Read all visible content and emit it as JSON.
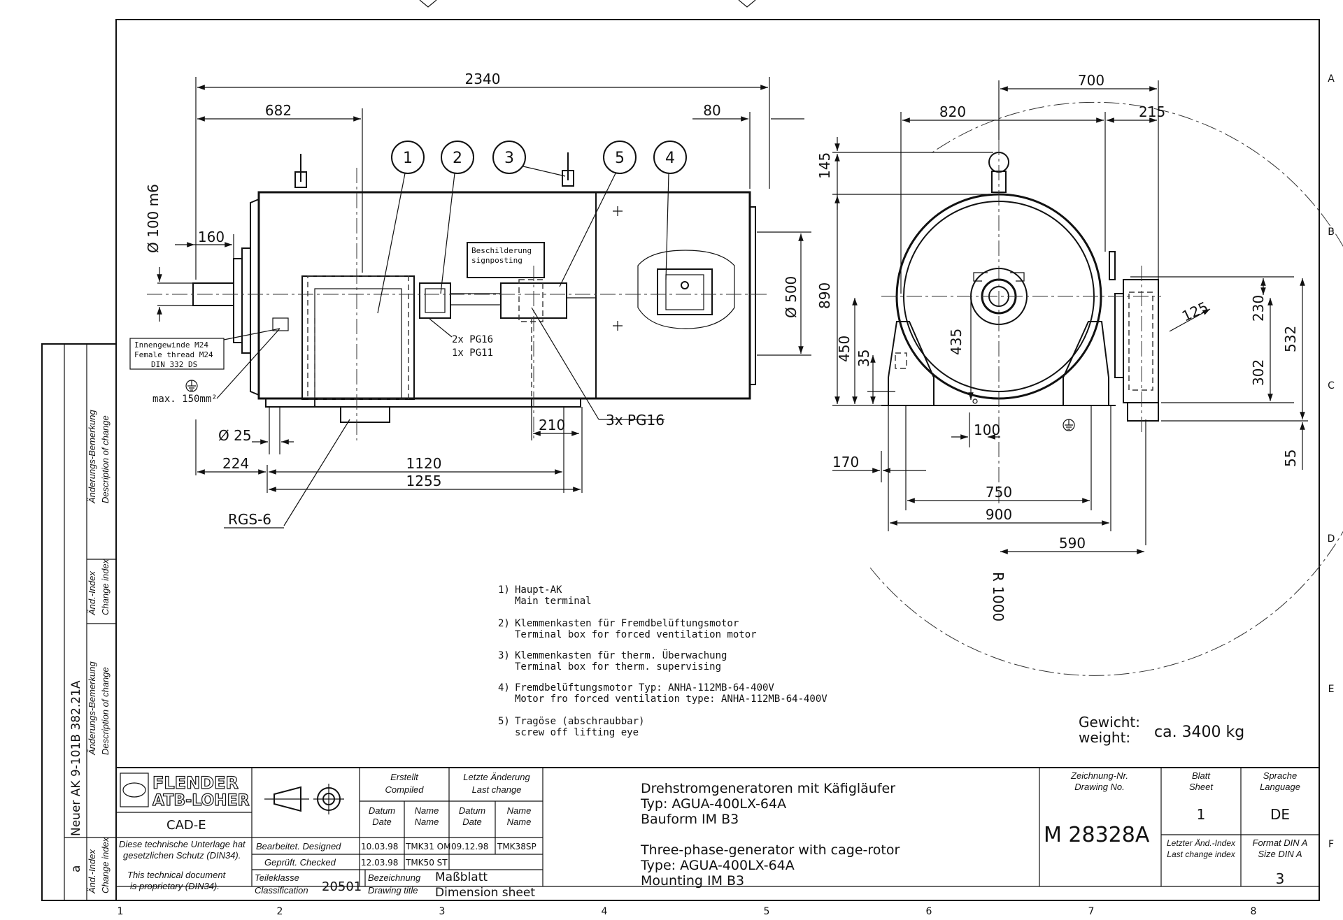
{
  "zone_rows": [
    "A",
    "B",
    "C",
    "D",
    "E",
    "F"
  ],
  "zone_cols": [
    "1",
    "2",
    "3",
    "4",
    "5",
    "6",
    "7",
    "8"
  ],
  "side_view": {
    "dims": {
      "overall_length": "2340",
      "shaft_to_mid": "682",
      "rear_offset": "80",
      "shaft_len": "160",
      "shaft_dia": "Ø 100 m6",
      "flange_dia": "Ø 500",
      "foot_hole": "Ø 25",
      "foot_offset": "224",
      "foot_span_inner": "1120",
      "foot_span_outer": "1255",
      "foot_width": "210"
    },
    "callouts": [
      "1",
      "2",
      "3",
      "5",
      "4"
    ],
    "thread_note": [
      "Innengewinde M24",
      "Female thread M24",
      "DIN 332 DS"
    ],
    "earth_note": "max. 150mm²",
    "signposting": [
      "Beschilderung",
      "signposting"
    ],
    "pg_left": [
      "2x PG16",
      "1x PG11"
    ],
    "pg_right": "3x PG16",
    "rgs": "RGS-6"
  },
  "end_view": {
    "dims": {
      "width_820": "820",
      "width_700": "700",
      "width_215": "215",
      "h145": "145",
      "h890": "890",
      "h450": "450",
      "h35": "35",
      "h435": "435",
      "h100": "100",
      "h170": "170",
      "w750": "750",
      "w900": "900",
      "w590": "590",
      "r1000": "R 1000",
      "h125": "125",
      "h230": "230",
      "h302": "302",
      "h532": "532",
      "h55": "55"
    }
  },
  "legend": [
    {
      "num": "1)",
      "de": "Haupt-AK",
      "en": "Main terminal"
    },
    {
      "num": "2)",
      "de": "Klemmenkasten für Fremdbelüftungsmotor",
      "en": "Terminal box for forced ventilation motor"
    },
    {
      "num": "3)",
      "de": "Klemmenkasten für therm. Überwachung",
      "en": "Terminal box for therm. supervising"
    },
    {
      "num": "4)",
      "de": "Fremdbelüftungsmotor Typ: ANHA-112MB-64-400V",
      "en": "Motor fro forced ventilation type: ANHA-112MB-64-400V"
    },
    {
      "num": "5)",
      "de": "Tragöse (abschraubbar)",
      "en": "screw off lifting eye"
    }
  ],
  "weight": {
    "label_de": "Gewicht:",
    "label_en": "weight:",
    "value": "ca. 3400 kg"
  },
  "revision": {
    "desc_de": "Änderungs-Bemerkung",
    "desc_en": "Description of change",
    "idx_de": "Änd.-Index",
    "idx_en": "Change index",
    "entry": "Neuer AK 9-101B 382.21A",
    "entry_idx": "a"
  },
  "title_block": {
    "company1": "FLENDER",
    "company2": "ATB-LOHER",
    "cad": "CAD-E",
    "legal": [
      "Diese technische Unterlage hat",
      "gesetzlichen Schutz (DIN34).",
      "This technical document",
      "is proprietary (DIN34)."
    ],
    "compiled_de": "Erstellt",
    "compiled_en": "Compiled",
    "last_de": "Letzte Änderung",
    "last_en": "Last change",
    "date_de": "Datum",
    "date_en": "Date",
    "name_de": "Name",
    "name_en": "Name",
    "designed": "Bearbeitet. Designed",
    "checked": "Geprüft. Checked",
    "d1": "10.03.98",
    "n1": "TMK31 OM",
    "d2": "09.12.98",
    "n2": "TMK38SP",
    "d3": "12.03.98",
    "n3": "TMK50 ST",
    "class_de": "Teileklasse",
    "class_en": "Classification",
    "class_val": "20501",
    "title_de": "Bezeichnung",
    "title_en": "Drawing title",
    "title_val1": "Maßblatt",
    "title_val2": "Dimension sheet",
    "desc": [
      "Drehstromgeneratoren mit Käfigläufer",
      "Typ: AGUA-400LX-64A",
      "Bauform IM B3",
      "Three-phase-generator with cage-rotor",
      "Type: AGUA-400LX-64A",
      "Mounting IM B3"
    ],
    "drawno_de": "Zeichnung-Nr.",
    "drawno_en": "Drawing No.",
    "drawno": "M 28328A",
    "sheet_de": "Blatt",
    "sheet_en": "Sheet",
    "sheet": "1",
    "lang_de": "Sprache",
    "lang_en": "Language",
    "lang": "DE",
    "lastidx_de": "Letzter Änd.-Index",
    "lastidx_en": "Last change index",
    "format_de": "Format DIN A",
    "format_en": "Size DIN A",
    "format": "3"
  }
}
